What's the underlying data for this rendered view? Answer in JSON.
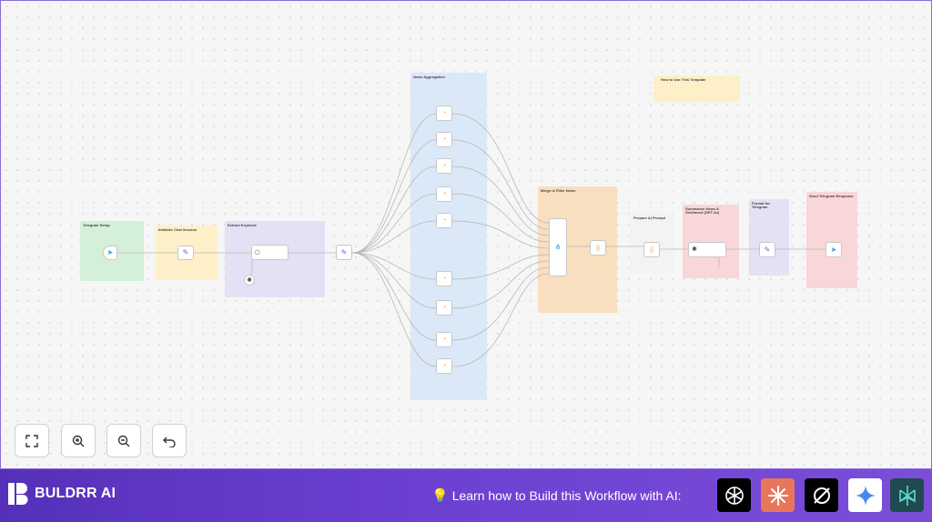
{
  "stickies": [
    {
      "id": "telegram-setup",
      "title": "Telegram Setup",
      "color": "#d4f0d8"
    },
    {
      "id": "initialize-chat",
      "title": "Initialize Chat Session",
      "color": "#fdf0c8"
    },
    {
      "id": "extract-keyword",
      "title": "Extract Keyword",
      "color": "#e6e0f5"
    },
    {
      "id": "news-aggregation",
      "title": "News Aggregation",
      "color": "#dbe8f7"
    },
    {
      "id": "merge-filter",
      "title": "Merge & Filter News",
      "color": "#f8dfbf"
    },
    {
      "id": "prepare-prompt",
      "title": "Prepare AI Prompt",
      "color": "#f3f3f3"
    },
    {
      "id": "summarize",
      "title": "Summarize News & Sentiment (GPT-4o)",
      "color": "#f9d6d8"
    },
    {
      "id": "format-telegram",
      "title": "Format for Telegram",
      "color": "#e6e0f5"
    },
    {
      "id": "send-telegram",
      "title": "Send Telegram Response",
      "color": "#f9d6d8"
    },
    {
      "id": "how-to-use",
      "title": "How to Use This Template",
      "color": "#fdf0c8"
    }
  ],
  "nodes": [
    {
      "id": "telegram-trigger",
      "icon": "telegram-icon",
      "glyph": "➤",
      "color": "#2aa3e0"
    },
    {
      "id": "edit-fields-1",
      "icon": "pencil-icon",
      "glyph": "✎",
      "color": "#6c5ce7"
    },
    {
      "id": "keyword-agent",
      "icon": "agent-icon",
      "glyph": "▢",
      "color": "#444"
    },
    {
      "id": "chat-model",
      "icon": "openai-icon",
      "glyph": "✺",
      "color": "#444"
    },
    {
      "id": "edit-fields-2",
      "icon": "pencil-icon",
      "glyph": "✎",
      "color": "#6c5ce7"
    },
    {
      "id": "rss-1",
      "icon": "rss-icon",
      "glyph": "◔",
      "color": "#f39c3c"
    },
    {
      "id": "rss-2",
      "icon": "rss-icon",
      "glyph": "◔",
      "color": "#f39c3c"
    },
    {
      "id": "rss-3",
      "icon": "rss-icon",
      "glyph": "◔",
      "color": "#f39c3c"
    },
    {
      "id": "rss-4",
      "icon": "rss-icon",
      "glyph": "◔",
      "color": "#f39c3c"
    },
    {
      "id": "rss-5",
      "icon": "rss-icon",
      "glyph": "◔",
      "color": "#f39c3c"
    },
    {
      "id": "rss-6",
      "icon": "rss-icon",
      "glyph": "◔",
      "color": "#f39c3c"
    },
    {
      "id": "rss-7",
      "icon": "rss-icon",
      "glyph": "◔",
      "color": "#f39c3c"
    },
    {
      "id": "rss-8",
      "icon": "rss-icon",
      "glyph": "◔",
      "color": "#f39c3c"
    },
    {
      "id": "rss-9",
      "icon": "rss-icon",
      "glyph": "◔",
      "color": "#f39c3c"
    },
    {
      "id": "merge",
      "icon": "merge-icon",
      "glyph": "⋔",
      "color": "#2aa3e0"
    },
    {
      "id": "filter-code",
      "icon": "code-icon",
      "glyph": "{}",
      "color": "#f39c3c"
    },
    {
      "id": "prompt-code",
      "icon": "code-icon",
      "glyph": "{}",
      "color": "#f39c3c"
    },
    {
      "id": "openai-summarize",
      "icon": "openai-icon",
      "glyph": "✺",
      "color": "#444"
    },
    {
      "id": "format-fields",
      "icon": "pencil-icon",
      "glyph": "✎",
      "color": "#6c5ce7"
    },
    {
      "id": "telegram-send",
      "icon": "telegram-icon",
      "glyph": "➤",
      "color": "#2aa3e0"
    }
  ],
  "controls": [
    {
      "id": "fit-view",
      "icon": "fullscreen-icon"
    },
    {
      "id": "zoom-in",
      "icon": "zoom-in-icon"
    },
    {
      "id": "zoom-out",
      "icon": "zoom-out-icon"
    },
    {
      "id": "reset",
      "icon": "undo-icon"
    }
  ],
  "footer": {
    "brand": "BULDRR AI",
    "learn_text": "Learn how to Build this Workflow with AI:",
    "ai_tools": [
      {
        "id": "chatgpt",
        "icon": "chatgpt-icon",
        "bg": "#000000"
      },
      {
        "id": "claude",
        "icon": "claude-icon",
        "bg": "#e8765a"
      },
      {
        "id": "perplexity-like",
        "icon": "loop-icon",
        "bg": "#000000"
      },
      {
        "id": "gemini",
        "icon": "gemini-icon",
        "bg": "#ffffff"
      },
      {
        "id": "perplexity",
        "icon": "perplexity-icon",
        "bg": "#1f4a4f"
      }
    ]
  }
}
